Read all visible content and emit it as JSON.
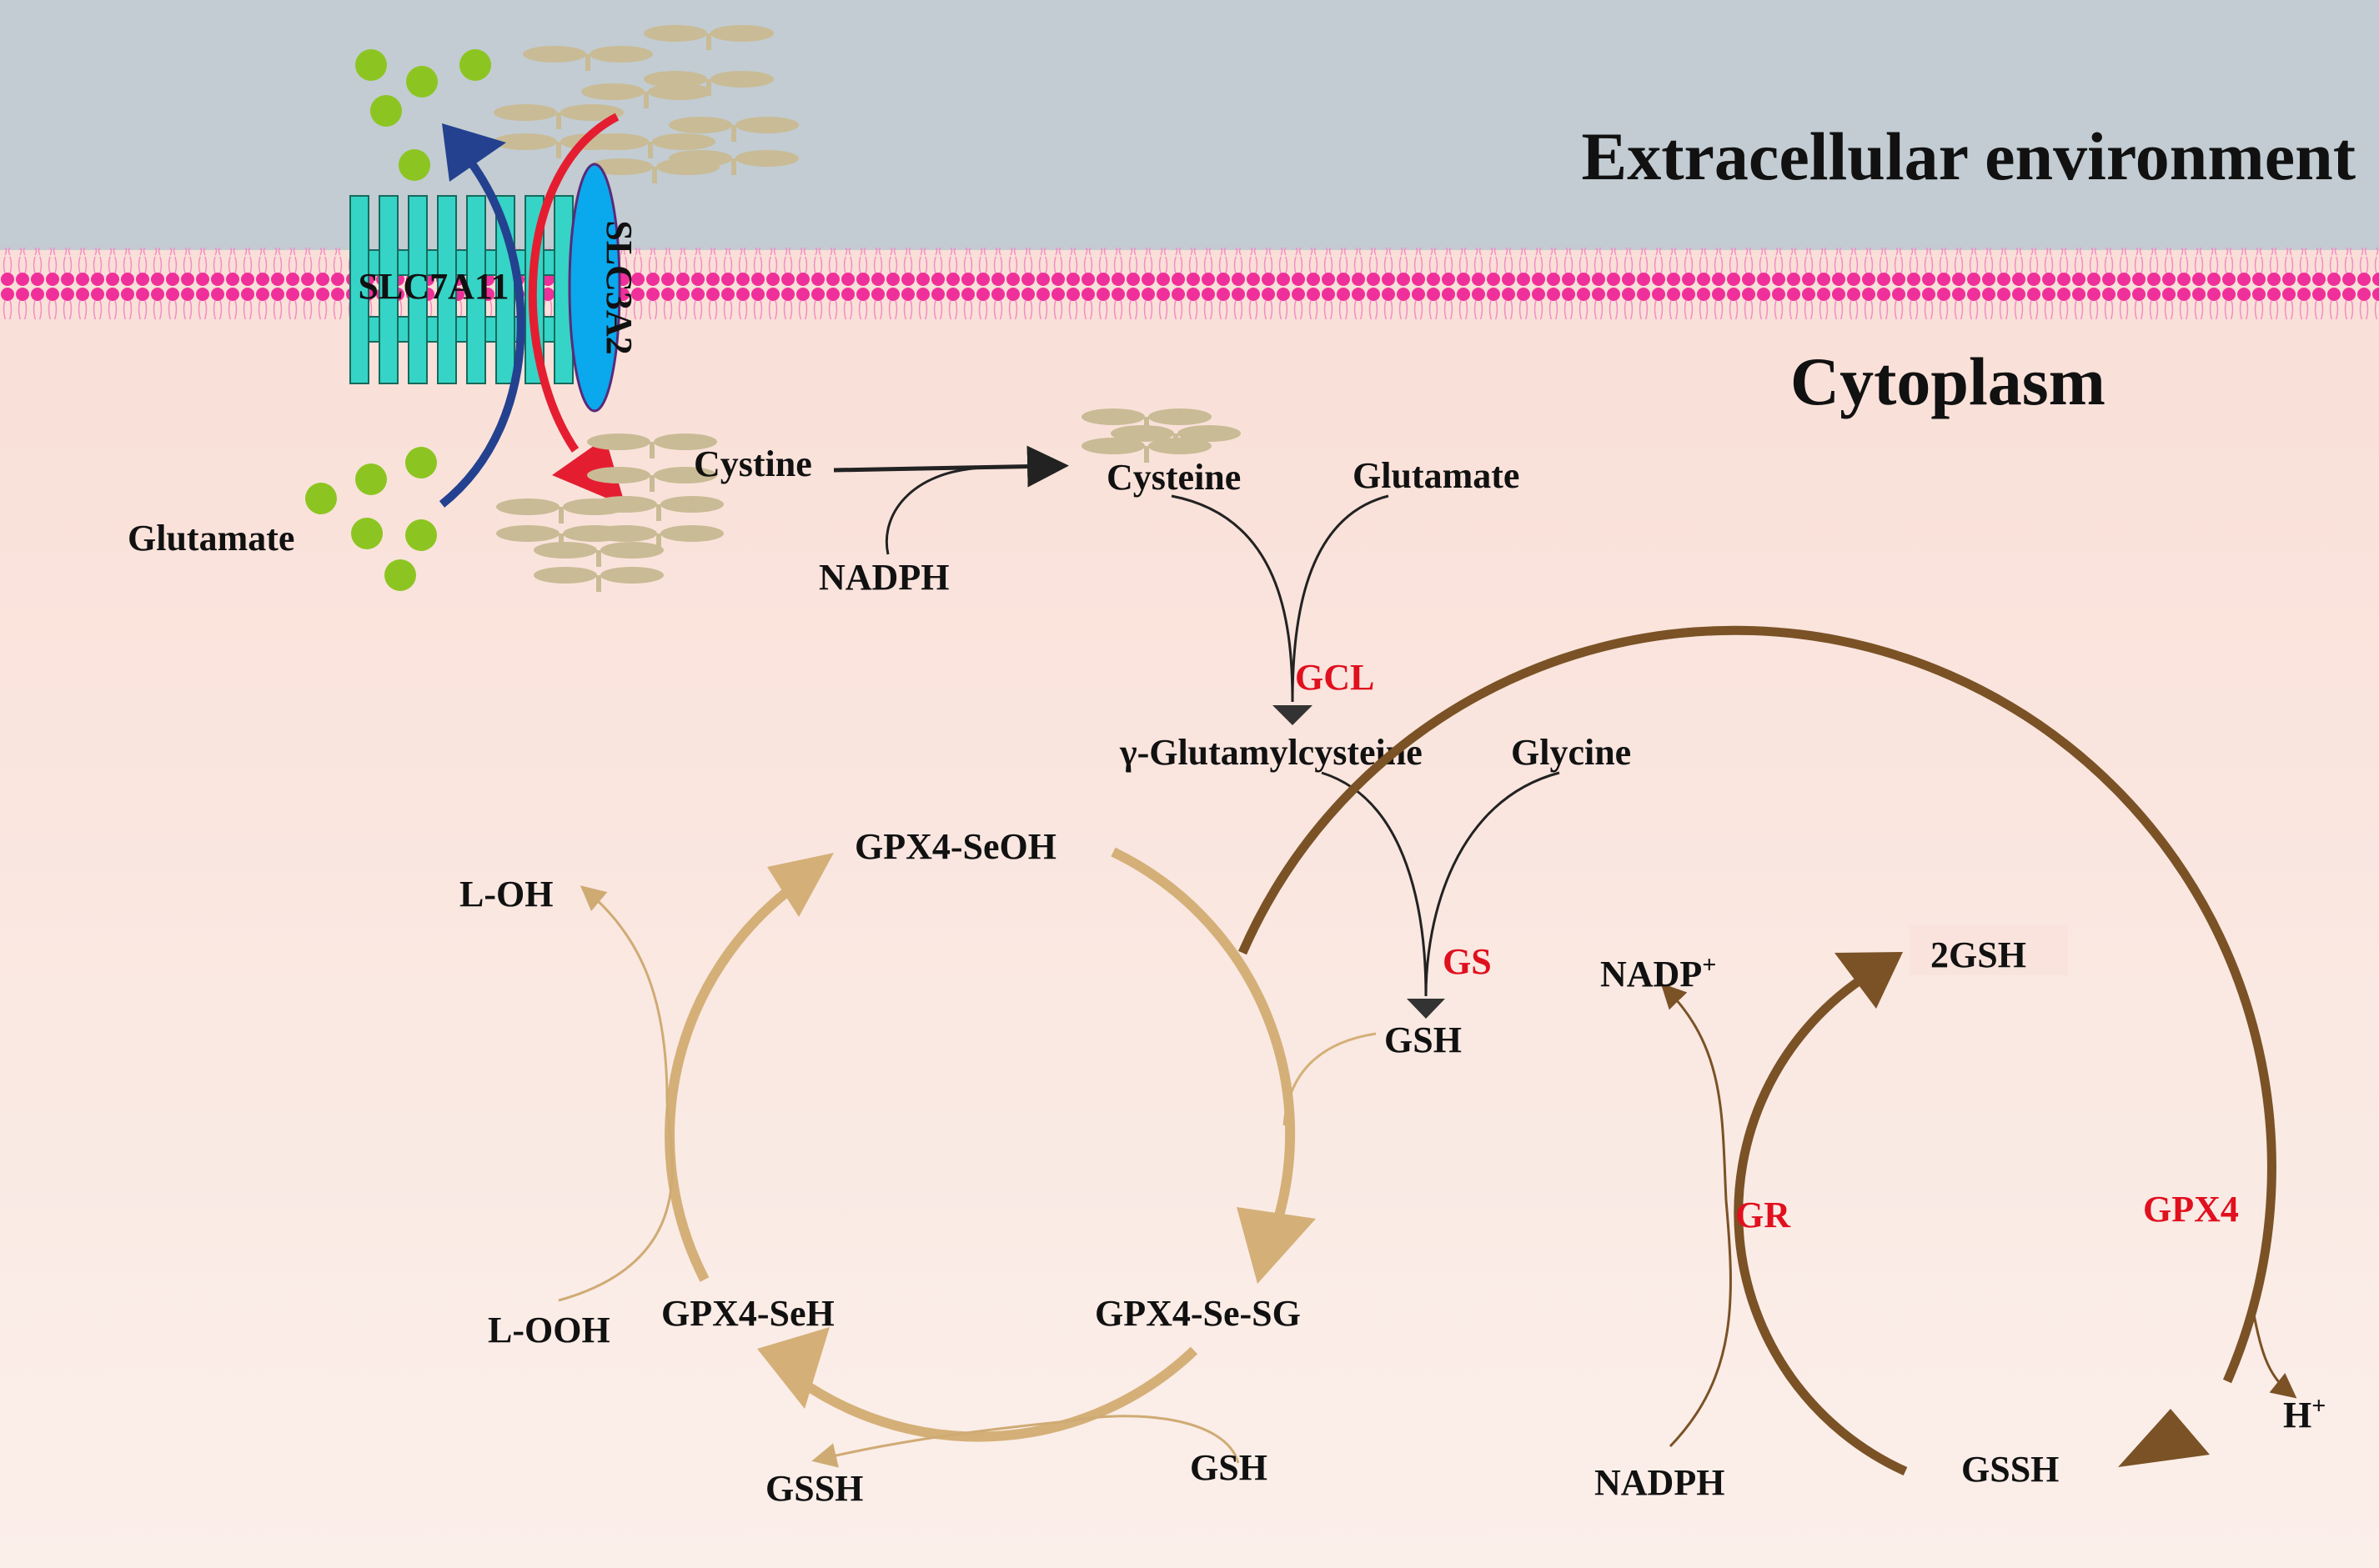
{
  "title": "Extracellular environment",
  "cytoplasm_label": "Cytoplasm",
  "transporter": {
    "slc7a11": "SLC7A11",
    "slc3a2": "SLC3A2",
    "glutamate": "Glutamate",
    "cystine": "Cystine"
  },
  "synthesis": {
    "cysteine": "Cysteine",
    "nadph": "NADPH",
    "glutamate": "Glutamate",
    "gcl": "GCL",
    "gamma_glutamylcysteine": "γ-Glutamylcysteine",
    "glycine": "Glycine",
    "gs": "GS",
    "gsh": "GSH"
  },
  "gpx4_cycle": {
    "seoh": "GPX4-SeOH",
    "lo_h": "L-OH",
    "looh": "L-OOH",
    "seh": "GPX4-SeH",
    "sesg": "GPX4-Se-SG",
    "gssh": "GSSH",
    "gsh": "GSH"
  },
  "gr_cycle": {
    "nadp": "NADP",
    "nadp_sup": "+",
    "two_gsh": "2GSH",
    "gr": "GR",
    "gpx4": "GPX4",
    "h": "H",
    "h_sup": "+",
    "nadph": "NADPH",
    "gssh": "GSSH"
  },
  "colors": {
    "extracellular": "#c2ccd2",
    "cytoplasm_top": "#f9dfd7",
    "cytoplasm_bottom": "#fbefea",
    "membrane_head": "#f0309a",
    "slc7a11": "#35d4c6",
    "slc3a2": "#0aa8ec",
    "glutamate_dot": "#8cc521",
    "cystine": "#c9bb95",
    "gpx4_cycle": "#d4b078",
    "gr_cycle": "#7a5226",
    "enzyme_text": "#e0101e",
    "efflux_arrow": "#23418f",
    "influx_arrow": "#e41e30"
  }
}
